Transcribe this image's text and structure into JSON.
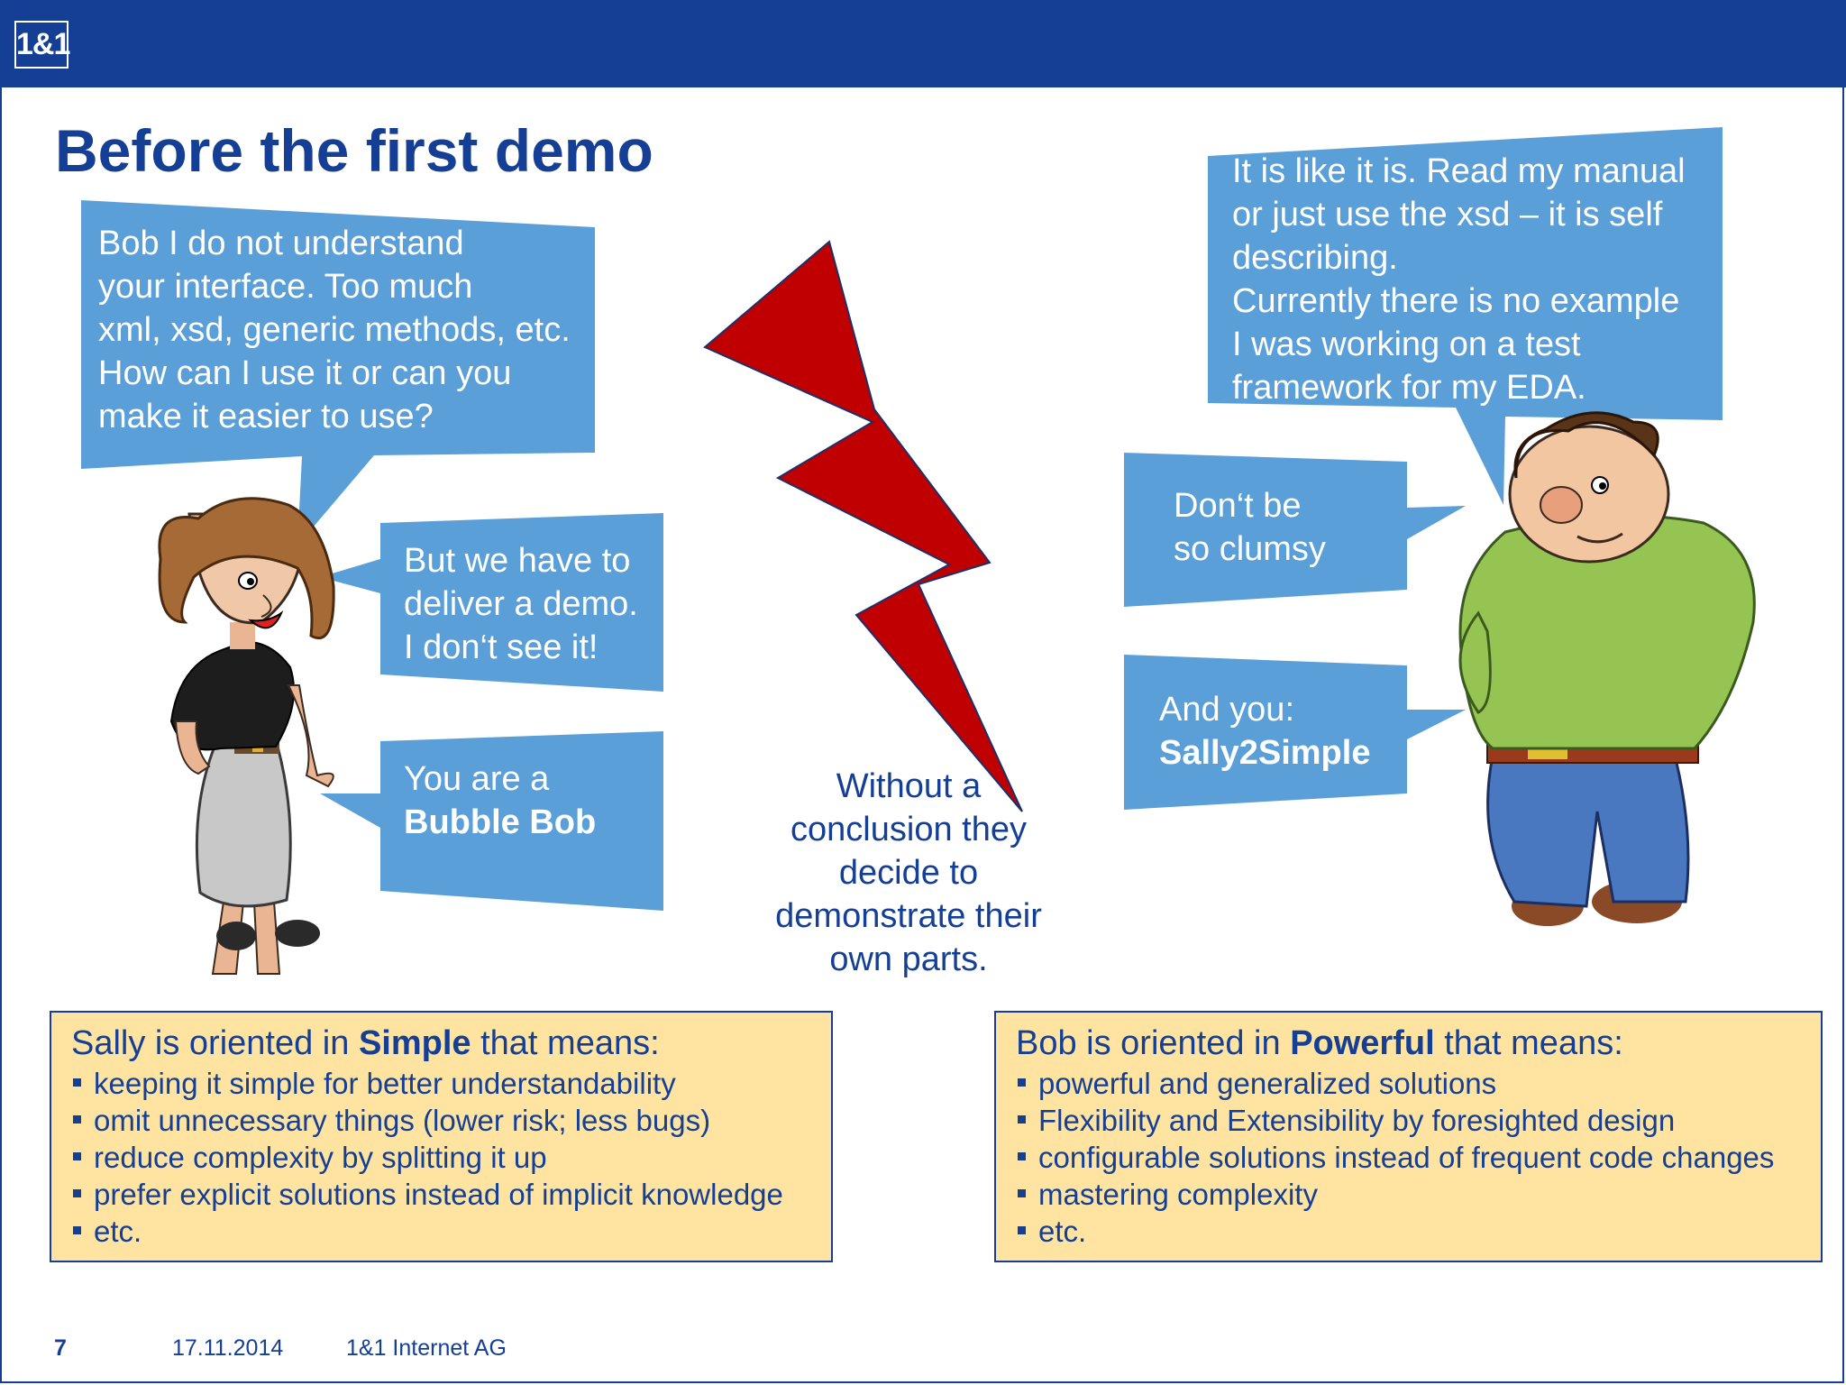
{
  "header": {
    "logo": "1&1"
  },
  "title": "Before the first demo",
  "bubbles": {
    "sally_question": [
      "Bob I do not understand",
      "your interface. Too much",
      "xml, xsd, generic methods, etc.",
      "How can I use it or can you",
      "make it easier to use?"
    ],
    "sally_demo": [
      "But we have to",
      "deliver a demo.",
      "I don‘t see it!"
    ],
    "sally_bubble_bob": {
      "line1": "You are a",
      "line2_bold": "Bubble Bob"
    },
    "bob_manual": [
      "It is like it is. Read my manual",
      "or  just use the xsd – it is self",
      "describing.",
      "Currently there is no example",
      "I was working on a test",
      "framework for my EDA."
    ],
    "bob_clumsy": [
      "Don‘t be",
      "so clumsy"
    ],
    "bob_sally2simple": {
      "line1": "And you:",
      "line2_bold": "Sally2Simple"
    }
  },
  "center_text": [
    "Without a",
    "conclusion they",
    "decide to",
    "demonstrate their",
    "own parts."
  ],
  "sally_box": {
    "prefix": "Sally is oriented in ",
    "keyword": "Simple",
    "suffix": " that means:",
    "items": [
      "keeping it simple for better understandability",
      "omit unnecessary things (lower risk; less bugs)",
      "reduce complexity by splitting it up",
      "prefer explicit solutions instead of implicit knowledge",
      "etc."
    ]
  },
  "bob_box": {
    "prefix": "Bob is oriented in ",
    "keyword": "Powerful",
    "suffix": " that means:",
    "items": [
      "powerful and generalized solutions",
      "Flexibility and Extensibility by foresighted design",
      "configurable solutions instead of frequent code changes",
      "mastering complexity",
      "etc."
    ]
  },
  "footer": {
    "page": "7",
    "date": "17.11.2014",
    "company": "1&1 Internet AG"
  },
  "colors": {
    "brand_blue": "#153f94",
    "bubble_blue": "#5b9fd8",
    "box_fill": "#ffe3a0",
    "bolt_red": "#c00000"
  }
}
